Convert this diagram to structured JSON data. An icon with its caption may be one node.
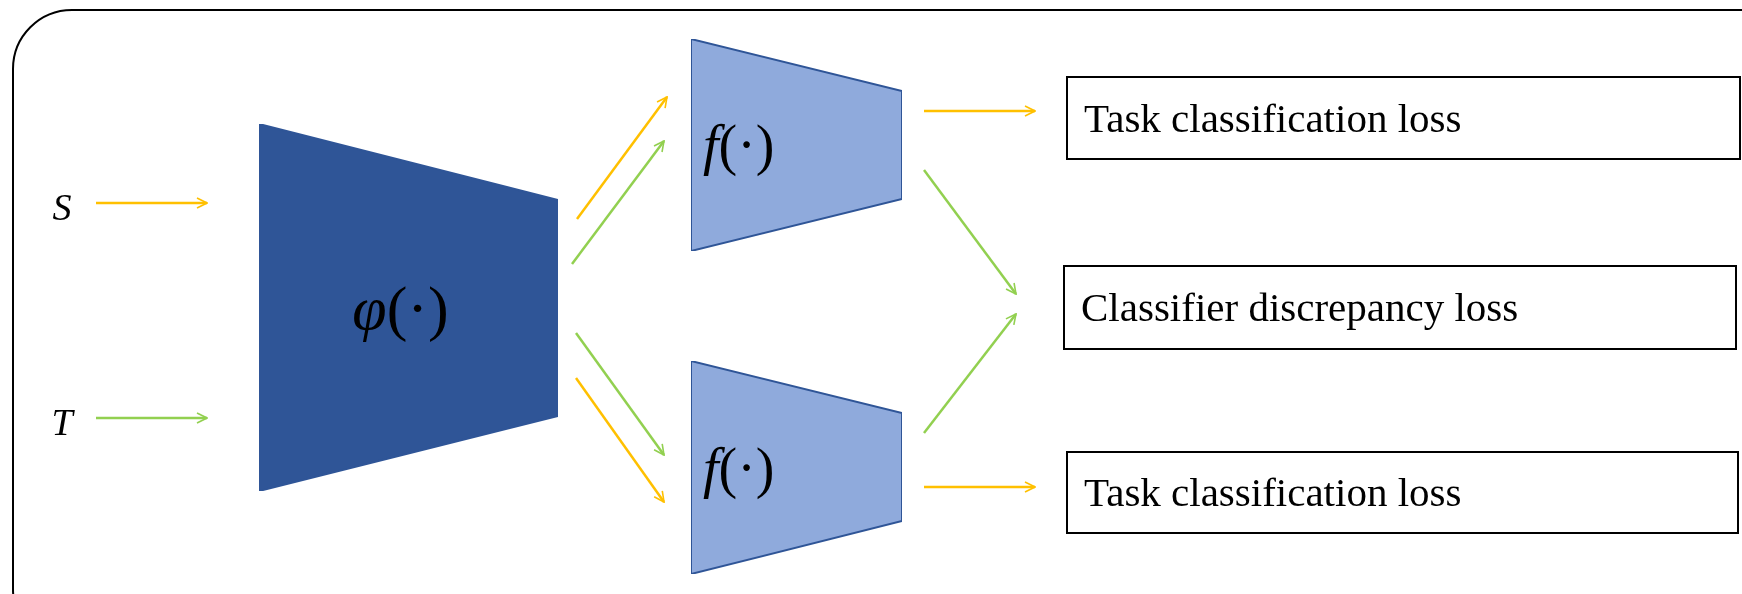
{
  "diagram": {
    "nodes": [
      {
        "text": [],
        "shape": "box"
      },
      {
        "text": [
          "S"
        ],
        "in": 0
      },
      {
        "text": [
          "T"
        ],
        "in": 0
      },
      {
        "text": [
          "*φ*(·)"
        ],
        "in": 0
      },
      {
        "text": [
          "*f*(·)"
        ],
        "in": 0
      },
      {
        "text": [
          "*f*(·)"
        ],
        "in": 0
      },
      {
        "text": [
          "Task classification loss"
        ],
        "in": 0
      },
      {
        "text": [
          "Classifier discrepancy loss"
        ],
        "in": 0
      },
      {
        "text": [
          "Task classification loss"
        ],
        "in": 0
      }
    ],
    "edges": [
      {
        "from": 1,
        "to": 3,
        "arrow": "to",
        "color": "#ffc000"
      },
      {
        "from": 2,
        "to": 3,
        "arrow": "to",
        "color": "#92d050"
      },
      {
        "from": 3,
        "to": 4,
        "arrow": "to",
        "color": "#ffc000"
      },
      {
        "from": 3,
        "to": 4,
        "arrow": "to",
        "color": "#92d050"
      },
      {
        "from": 3,
        "to": 5,
        "arrow": "to",
        "color": "#92d050"
      },
      {
        "from": 3,
        "to": 5,
        "arrow": "to",
        "color": "#ffc000"
      },
      {
        "from": 4,
        "to": 6,
        "arrow": "to",
        "color": "#ffc000"
      },
      {
        "from": 4,
        "to": 7,
        "arrow": "to",
        "color": "#92d050"
      },
      {
        "from": 5,
        "to": 7,
        "arrow": "to",
        "color": "#92d050"
      },
      {
        "from": 5,
        "to": 8,
        "arrow": "to",
        "color": "#ffc000"
      }
    ]
  }
}
